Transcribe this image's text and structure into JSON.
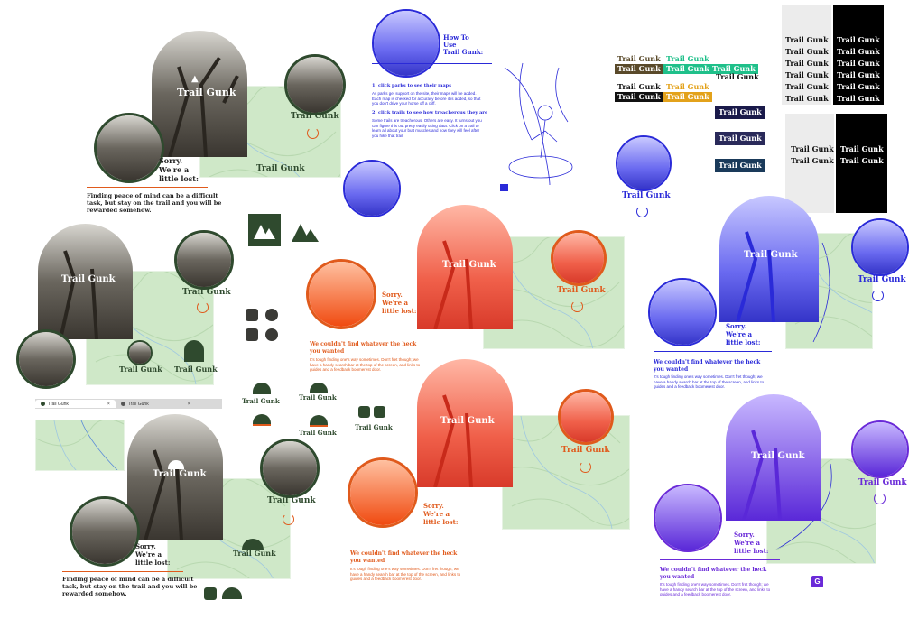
{
  "brand": "Trail Gunk",
  "tab_label": "Trail Gunk",
  "tab_close": "×",
  "sorry": [
    "Sorry.",
    "We're a",
    "little lost:"
  ],
  "peace_text": [
    "Finding peace of mind can be a difficult",
    "task, but stay on the trail and you will be",
    "rewarded somehow."
  ],
  "not_found_title": [
    "We couldn't find whatever the heck",
    "you wanted"
  ],
  "not_found_body": [
    "It's tough finding one's way sometimes. Don't fret though; we",
    "have a handy search bar at the top of the screen, and links to",
    "guides and a feedback boomerest door."
  ],
  "howto": {
    "title": [
      "How To",
      "Use",
      "Trail Gunk:"
    ],
    "step1": "1. click parks to see their maps",
    "step1_body": [
      "As parks get support on the site, their maps will be added.",
      "Each map is checked for accuracy before it is added, so that",
      "you don't drive your horse off a cliff."
    ],
    "step2": "2. click trails to see how treacherous they are",
    "step2_body": [
      "Some trails are treacherous. Others are easy. It turns out you",
      "can figure this out pretty easily using data. Click on a trail to",
      "learn all about your butt muscles and how they will feel after",
      "you hike that trail."
    ]
  },
  "favicon_letter": "G",
  "colors": {
    "green": "#2f4a2e",
    "orange": "#e05a1c",
    "blue": "#2a2ad8",
    "purple": "#6a2ad8",
    "teal": "#1fc08a",
    "gold": "#e3a21b",
    "brown": "#5a4a2a",
    "navy": "#1a1a4a",
    "map": "#cfe8c8"
  }
}
